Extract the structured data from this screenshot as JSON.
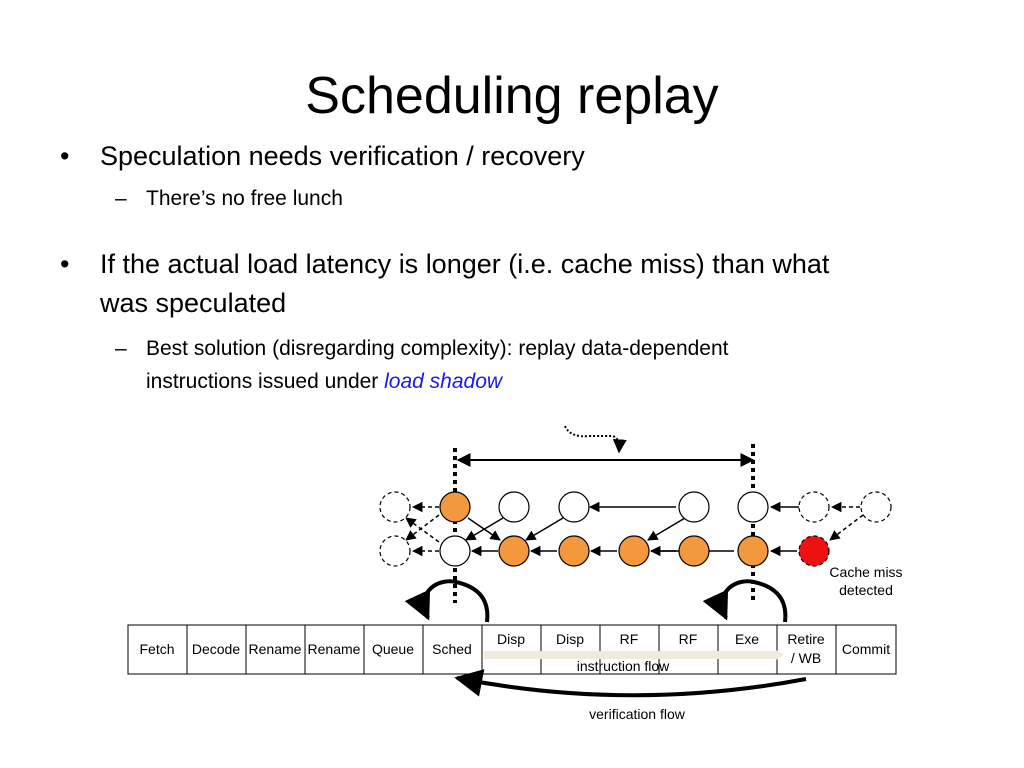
{
  "slide": {
    "title": "Scheduling replay"
  },
  "bullets": [
    {
      "marker": "•",
      "text": "Speculation needs verification / recovery",
      "sub": [
        {
          "marker": "–",
          "text": "There’s no free lunch"
        }
      ]
    },
    {
      "marker": "•",
      "line1": "If the actual load latency is longer (i.e. cache miss) than what",
      "line2": "was speculated",
      "sub": [
        {
          "marker": "–",
          "line1": "Best solution (disregarding complexity): replay data-dependent",
          "line2_prefix": "instructions issued under ",
          "line2_emph": "load shadow"
        }
      ]
    }
  ],
  "diagram": {
    "pipeline_stages": [
      "Fetch",
      "Decode",
      "Rename",
      "Rename",
      "Queue",
      "Sched",
      "Disp",
      "Disp",
      "RF",
      "RF",
      "Exe",
      "Retire",
      "/ WB",
      "Commit"
    ],
    "labels": {
      "instruction_flow": "instruction flow",
      "verification_flow": "verification flow",
      "cache_miss_line1": "Cache miss",
      "cache_miss_line2": "detected"
    },
    "colors": {
      "orange": "#f4983e",
      "red": "#ee1111",
      "arrow": "#000000",
      "flow_band": "#efeadc"
    }
  }
}
